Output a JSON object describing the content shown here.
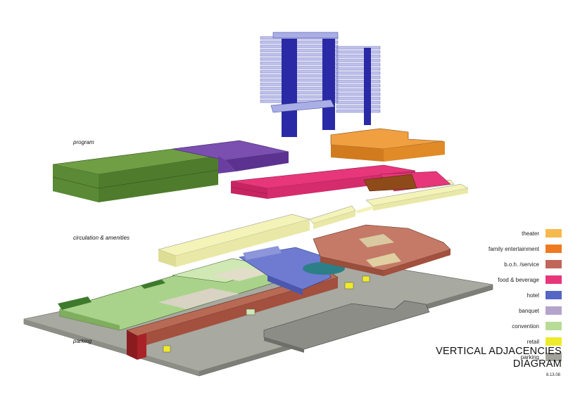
{
  "labels": {
    "program": "program",
    "circulation": "circulation & amenities",
    "parking": "parking"
  },
  "legend": [
    {
      "label": "theater",
      "color": "#f6b94e"
    },
    {
      "label": "family entertainment",
      "color": "#ee7a22"
    },
    {
      "label": "b.o.h. /service",
      "color": "#c0675a"
    },
    {
      "label": "food & beverage",
      "color": "#e8367a"
    },
    {
      "label": "hotel",
      "color": "#5566c4"
    },
    {
      "label": "banquet",
      "color": "#b3a4cc"
    },
    {
      "label": "convention",
      "color": "#b8dc96"
    },
    {
      "label": "retail",
      "color": "#eeea2c"
    },
    {
      "label": "parking",
      "color": "#a3a39c"
    }
  ],
  "title": {
    "line1": "VERTICAL ADJACENCIES",
    "line2": "DIAGRAM",
    "date": "8.13.08"
  }
}
